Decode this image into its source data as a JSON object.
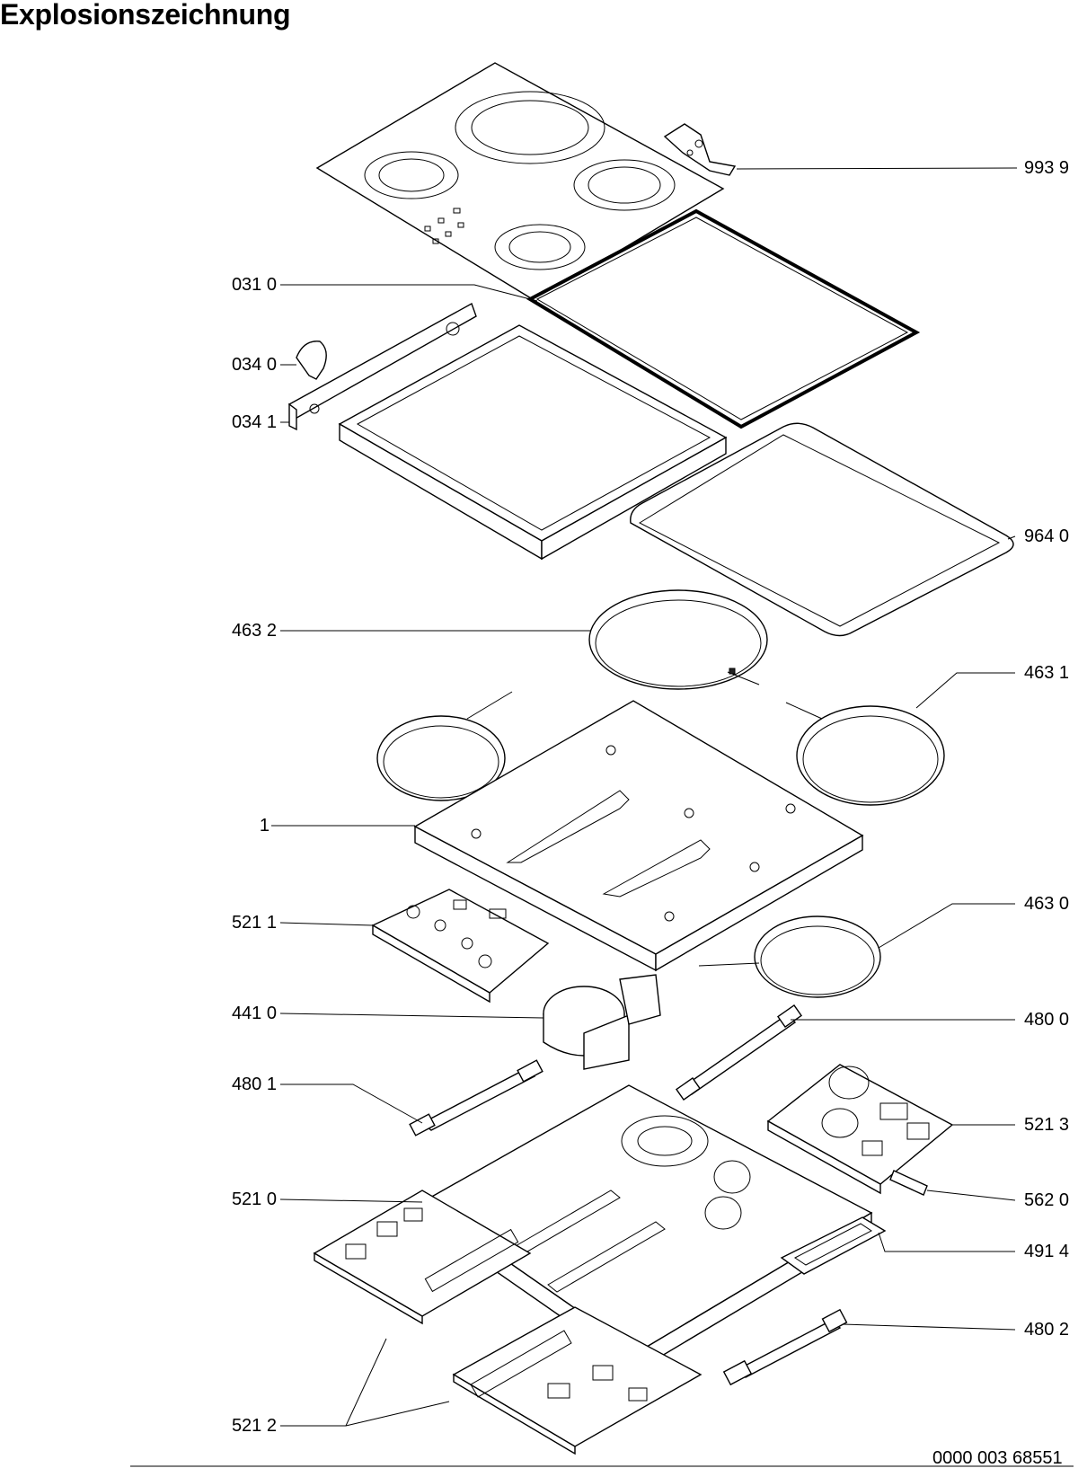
{
  "title": "Explosionszeichnung",
  "document_number": "0000 003 68551",
  "labels": {
    "l_993_9": "993 9",
    "l_031_0": "031 0",
    "l_034_0": "034 0",
    "l_034_1": "034 1",
    "l_964_0": "964 0",
    "l_463_2": "463 2",
    "l_463_1": "463 1",
    "l_1": "1",
    "l_521_1": "521 1",
    "l_463_0": "463 0",
    "l_441_0": "441 0",
    "l_480_0": "480 0",
    "l_480_1": "480 1",
    "l_521_3": "521 3",
    "l_521_0": "521 0",
    "l_562_0": "562 0",
    "l_491_4": "491 4",
    "l_480_2": "480 2",
    "l_521_2": "521 2"
  }
}
